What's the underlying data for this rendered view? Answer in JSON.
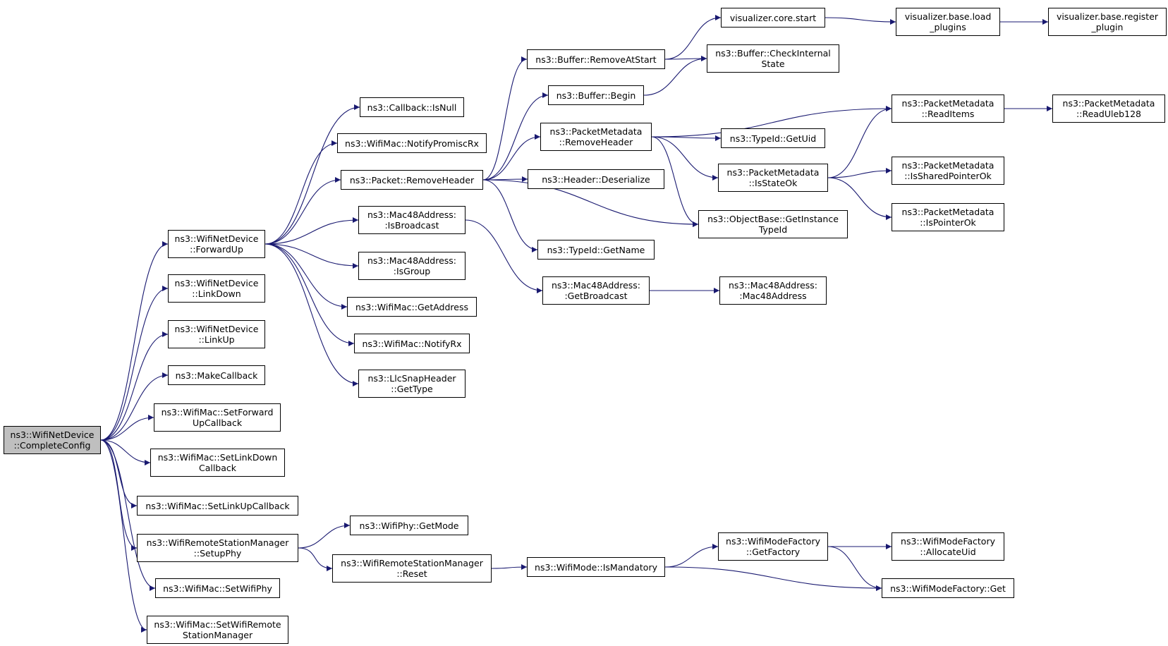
{
  "colors": {
    "edge": "#191970",
    "root_fill": "#bfbfbf",
    "node_fill": "#ffffff",
    "border": "#000000"
  },
  "nodes": [
    {
      "id": "complete_config",
      "lines": [
        "ns3::WifiNetDevice",
        "::CompleteConfig"
      ],
      "root": true
    },
    {
      "id": "forward_up",
      "lines": [
        "ns3::WifiNetDevice",
        "::ForwardUp"
      ]
    },
    {
      "id": "link_down",
      "lines": [
        "ns3::WifiNetDevice",
        "::LinkDown"
      ]
    },
    {
      "id": "link_up",
      "lines": [
        "ns3::WifiNetDevice",
        "::LinkUp"
      ]
    },
    {
      "id": "make_callback",
      "lines": [
        "ns3::MakeCallback"
      ]
    },
    {
      "id": "set_forward_up_callback",
      "lines": [
        "ns3::WifiMac::SetForward",
        "UpCallback"
      ]
    },
    {
      "id": "set_link_down_callback",
      "lines": [
        "ns3::WifiMac::SetLinkDown",
        "Callback"
      ]
    },
    {
      "id": "set_link_up_callback",
      "lines": [
        "ns3::WifiMac::SetLinkUpCallback"
      ]
    },
    {
      "id": "setup_phy",
      "lines": [
        "ns3::WifiRemoteStationManager",
        "::SetupPhy"
      ]
    },
    {
      "id": "set_wifi_phy",
      "lines": [
        "ns3::WifiMac::SetWifiPhy"
      ]
    },
    {
      "id": "set_wifi_remote_station_manager",
      "lines": [
        "ns3::WifiMac::SetWifiRemote",
        "StationManager"
      ]
    },
    {
      "id": "callback_is_null",
      "lines": [
        "ns3::Callback::IsNull"
      ]
    },
    {
      "id": "notify_promisc_rx",
      "lines": [
        "ns3::WifiMac::NotifyPromiscRx"
      ]
    },
    {
      "id": "packet_remove_header",
      "lines": [
        "ns3::Packet::RemoveHeader"
      ]
    },
    {
      "id": "mac48_is_broadcast",
      "lines": [
        "ns3::Mac48Address:",
        ":IsBroadcast"
      ]
    },
    {
      "id": "mac48_is_group",
      "lines": [
        "ns3::Mac48Address:",
        ":IsGroup"
      ]
    },
    {
      "id": "wifimac_get_address",
      "lines": [
        "ns3::WifiMac::GetAddress"
      ]
    },
    {
      "id": "wifimac_notify_rx",
      "lines": [
        "ns3::WifiMac::NotifyRx"
      ]
    },
    {
      "id": "llcsnap_get_type",
      "lines": [
        "ns3::LlcSnapHeader",
        "::GetType"
      ]
    },
    {
      "id": "wifiphy_get_mode",
      "lines": [
        "ns3::WifiPhy::GetMode"
      ]
    },
    {
      "id": "station_manager_reset",
      "lines": [
        "ns3::WifiRemoteStationManager",
        "::Reset"
      ]
    },
    {
      "id": "buffer_remove_at_start",
      "lines": [
        "ns3::Buffer::RemoveAtStart"
      ]
    },
    {
      "id": "buffer_begin",
      "lines": [
        "ns3::Buffer::Begin"
      ]
    },
    {
      "id": "packet_metadata_remove_header",
      "lines": [
        "ns3::PacketMetadata",
        "::RemoveHeader"
      ]
    },
    {
      "id": "header_deserialize",
      "lines": [
        "ns3::Header::Deserialize"
      ]
    },
    {
      "id": "typeid_get_name",
      "lines": [
        "ns3::TypeId::GetName"
      ]
    },
    {
      "id": "mac48_get_broadcast",
      "lines": [
        "ns3::Mac48Address:",
        ":GetBroadcast"
      ]
    },
    {
      "id": "wifimode_is_mandatory",
      "lines": [
        "ns3::WifiMode::IsMandatory"
      ]
    },
    {
      "id": "visualizer_core_start",
      "lines": [
        "visualizer.core.start"
      ]
    },
    {
      "id": "buffer_check_internal_state",
      "lines": [
        "ns3::Buffer::CheckInternal",
        "State"
      ]
    },
    {
      "id": "typeid_get_uid",
      "lines": [
        "ns3::TypeId::GetUid"
      ]
    },
    {
      "id": "packet_metadata_is_state_ok",
      "lines": [
        "ns3::PacketMetadata",
        "::IsStateOk"
      ]
    },
    {
      "id": "objectbase_get_instance_typeid",
      "lines": [
        "ns3::ObjectBase::GetInstance",
        "TypeId"
      ]
    },
    {
      "id": "mac48_mac48address",
      "lines": [
        "ns3::Mac48Address:",
        ":Mac48Address"
      ]
    },
    {
      "id": "wifimodefactory_get_factory",
      "lines": [
        "ns3::WifiModeFactory",
        "::GetFactory"
      ]
    },
    {
      "id": "visualizer_base_load_plugins",
      "lines": [
        "visualizer.base.load",
        "_plugins"
      ]
    },
    {
      "id": "packet_metadata_read_items",
      "lines": [
        "ns3::PacketMetadata",
        "::ReadItems"
      ]
    },
    {
      "id": "packet_metadata_is_shared_pointer_ok",
      "lines": [
        "ns3::PacketMetadata",
        "::IsSharedPointerOk"
      ]
    },
    {
      "id": "packet_metadata_is_pointer_ok",
      "lines": [
        "ns3::PacketMetadata",
        "::IsPointerOk"
      ]
    },
    {
      "id": "wifimodefactory_allocate_uid",
      "lines": [
        "ns3::WifiModeFactory",
        "::AllocateUid"
      ]
    },
    {
      "id": "wifimodefactory_get",
      "lines": [
        "ns3::WifiModeFactory::Get"
      ]
    },
    {
      "id": "visualizer_base_register_plugin",
      "lines": [
        "visualizer.base.register",
        "_plugin"
      ]
    },
    {
      "id": "packet_metadata_read_uleb128",
      "lines": [
        "ns3::PacketMetadata",
        "::ReadUleb128"
      ]
    }
  ],
  "edges": [
    [
      "complete_config",
      "forward_up"
    ],
    [
      "complete_config",
      "link_down"
    ],
    [
      "complete_config",
      "link_up"
    ],
    [
      "complete_config",
      "make_callback"
    ],
    [
      "complete_config",
      "set_forward_up_callback"
    ],
    [
      "complete_config",
      "set_link_down_callback"
    ],
    [
      "complete_config",
      "set_link_up_callback"
    ],
    [
      "complete_config",
      "setup_phy"
    ],
    [
      "complete_config",
      "set_wifi_phy"
    ],
    [
      "complete_config",
      "set_wifi_remote_station_manager"
    ],
    [
      "forward_up",
      "callback_is_null"
    ],
    [
      "forward_up",
      "notify_promisc_rx"
    ],
    [
      "forward_up",
      "packet_remove_header"
    ],
    [
      "forward_up",
      "mac48_is_broadcast"
    ],
    [
      "forward_up",
      "mac48_is_group"
    ],
    [
      "forward_up",
      "wifimac_get_address"
    ],
    [
      "forward_up",
      "wifimac_notify_rx"
    ],
    [
      "forward_up",
      "llcsnap_get_type"
    ],
    [
      "setup_phy",
      "wifiphy_get_mode"
    ],
    [
      "setup_phy",
      "station_manager_reset"
    ],
    [
      "packet_remove_header",
      "buffer_remove_at_start"
    ],
    [
      "packet_remove_header",
      "buffer_begin"
    ],
    [
      "packet_remove_header",
      "packet_metadata_remove_header"
    ],
    [
      "packet_remove_header",
      "header_deserialize"
    ],
    [
      "packet_remove_header",
      "typeid_get_name"
    ],
    [
      "packet_remove_header",
      "objectbase_get_instance_typeid"
    ],
    [
      "mac48_is_broadcast",
      "mac48_get_broadcast"
    ],
    [
      "station_manager_reset",
      "wifimode_is_mandatory"
    ],
    [
      "buffer_remove_at_start",
      "visualizer_core_start"
    ],
    [
      "buffer_remove_at_start",
      "buffer_check_internal_state"
    ],
    [
      "buffer_begin",
      "buffer_check_internal_state"
    ],
    [
      "packet_metadata_remove_header",
      "packet_metadata_read_items"
    ],
    [
      "packet_metadata_remove_header",
      "typeid_get_uid"
    ],
    [
      "packet_metadata_remove_header",
      "packet_metadata_is_state_ok"
    ],
    [
      "packet_metadata_remove_header",
      "objectbase_get_instance_typeid"
    ],
    [
      "mac48_get_broadcast",
      "mac48_mac48address"
    ],
    [
      "wifimode_is_mandatory",
      "wifimodefactory_get_factory"
    ],
    [
      "wifimode_is_mandatory",
      "wifimodefactory_get"
    ],
    [
      "visualizer_core_start",
      "visualizer_base_load_plugins"
    ],
    [
      "visualizer_base_load_plugins",
      "visualizer_base_register_plugin"
    ],
    [
      "packet_metadata_is_state_ok",
      "packet_metadata_read_items"
    ],
    [
      "packet_metadata_is_state_ok",
      "packet_metadata_is_shared_pointer_ok"
    ],
    [
      "packet_metadata_is_state_ok",
      "packet_metadata_is_pointer_ok"
    ],
    [
      "packet_metadata_read_items",
      "packet_metadata_read_uleb128"
    ],
    [
      "wifimodefactory_get_factory",
      "wifimodefactory_allocate_uid"
    ],
    [
      "wifimodefactory_get_factory",
      "wifimodefactory_get"
    ]
  ]
}
